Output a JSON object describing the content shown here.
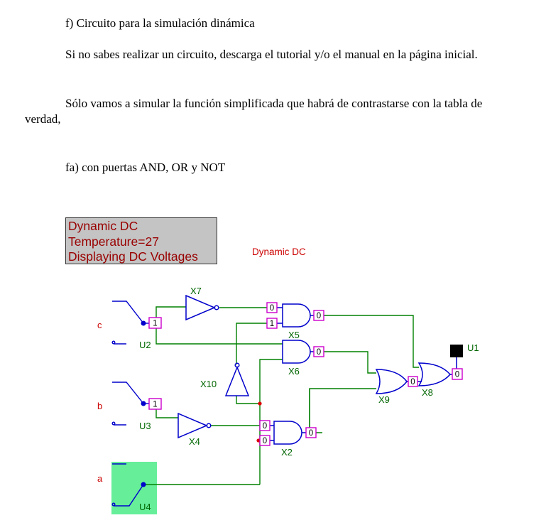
{
  "document": {
    "heading": "f) Circuito para la simulación dinámica",
    "paragraph1": "Si no sabes realizar un circuito, descarga el tutorial y/o el manual en la página inicial.",
    "paragraph2": "Sólo vamos a simular la función simplificada que habrá de contrastarse con la tabla de verdad,",
    "subheading": "fa) con puertas AND, OR y NOT"
  },
  "simulation": {
    "status_lines": [
      "Dynamic DC",
      "Temperature=27",
      "Displaying DC Voltages"
    ],
    "mode_label": "Dynamic DC"
  },
  "circuit": {
    "inputs": [
      {
        "label": "c",
        "switch": "U2",
        "value": "1"
      },
      {
        "label": "b",
        "switch": "U3",
        "value": "1"
      },
      {
        "label": "a",
        "switch": "U4",
        "value": ""
      }
    ],
    "gates": {
      "X7": "X7",
      "X5": "X5",
      "X6": "X6",
      "X10": "X10",
      "X4": "X4",
      "X2": "X2",
      "X9": "X9",
      "X8": "X8"
    },
    "output": {
      "label": "U1",
      "value": "0"
    },
    "pin_values": {
      "x5_in1": "0",
      "x5_in2": "1",
      "x5_out": "0",
      "x6_out": "0",
      "x2_in1": "0",
      "x2_in2": "0",
      "x2_out": "0",
      "x9_out": "0"
    },
    "colors": {
      "wire": "#008000",
      "gate": "#0000cc",
      "pin_box": "#cc00cc",
      "label": "#006600",
      "input_label": "#cc0000",
      "highlight": "#66ee99"
    }
  }
}
